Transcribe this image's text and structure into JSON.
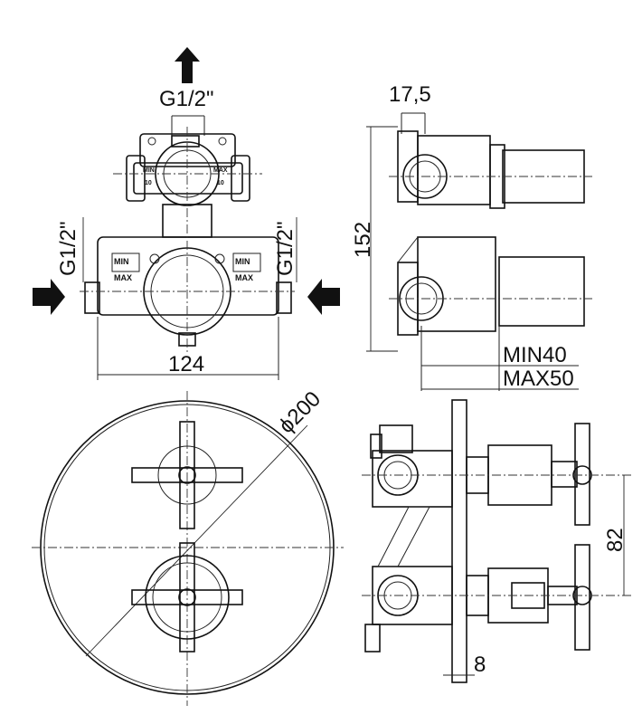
{
  "front_view": {
    "thread_top": "G1/2\"",
    "thread_left": "G1/2\"",
    "thread_right": "G1/2\"",
    "width_dim": "124",
    "diverter_left_min": "MIN",
    "diverter_left_label": "10",
    "diverter_right_max": "MAX",
    "diverter_right_label": "10",
    "body_left_min": "MIN",
    "body_left_max": "MAX",
    "body_right_min": "MIN",
    "body_right_max": "MAX"
  },
  "side_view": {
    "top_dim": "17,5",
    "height_dim": "152",
    "depth_min": "MIN40",
    "depth_max": "MAX50"
  },
  "plate_view": {
    "diameter": "ϕ200"
  },
  "installed_view": {
    "spacing_dim": "82",
    "plate_thickness": "8"
  }
}
